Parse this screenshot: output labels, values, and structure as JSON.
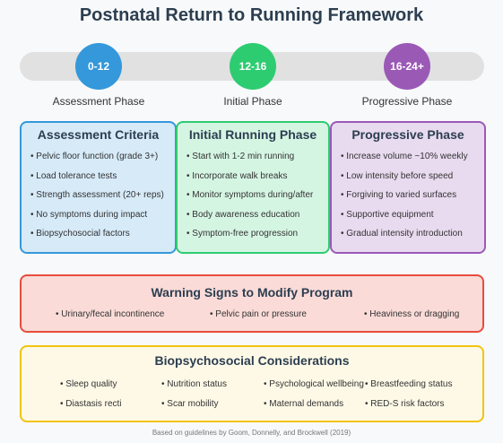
{
  "title": "Postnatal Return to Running Framework",
  "phases": [
    {
      "weeks": "0-12",
      "label": "Assessment Phase",
      "color": "#3498db"
    },
    {
      "weeks": "12-16",
      "label": "Initial Phase",
      "color": "#2ecc71"
    },
    {
      "weeks": "16-24+",
      "label": "Progressive Phase",
      "color": "#9b59b6"
    }
  ],
  "cards": [
    {
      "title": "Assessment Criteria",
      "bg": "#d6eaf8",
      "border": "#3498db",
      "items": [
        "Pelvic floor function (grade 3+)",
        "Load tolerance tests",
        "Strength assessment (20+ reps)",
        "No symptoms during impact",
        "Biopsychosocial factors"
      ]
    },
    {
      "title": "Initial Running Phase",
      "bg": "#d5f5e3",
      "border": "#2ecc71",
      "items": [
        "Start with 1-2 min running",
        "Incorporate walk breaks",
        "Monitor symptoms during/after",
        "Body awareness education",
        "Symptom-free progression"
      ]
    },
    {
      "title": "Progressive Phase",
      "bg": "#e8daef",
      "border": "#9b59b6",
      "items": [
        "Increase volume ~10% weekly",
        "Low intensity before speed",
        "Forgiving to varied surfaces",
        "Supportive equipment",
        "Gradual intensity introduction"
      ]
    }
  ],
  "warning": {
    "title": "Warning Signs to Modify Program",
    "items": [
      "Urinary/fecal incontinence",
      "Pelvic pain or pressure",
      "Heaviness or dragging"
    ]
  },
  "biopsychosocial": {
    "title": "Biopsychosocial Considerations",
    "items": [
      "Sleep quality",
      "Nutrition status",
      "Psychological wellbeing",
      "Breastfeeding status",
      "Diastasis recti",
      "Scar mobility",
      "Maternal demands",
      "RED-S risk factors"
    ]
  },
  "footer": "Based on guidelines by Goom, Donnelly, and Brockwell (2019)"
}
